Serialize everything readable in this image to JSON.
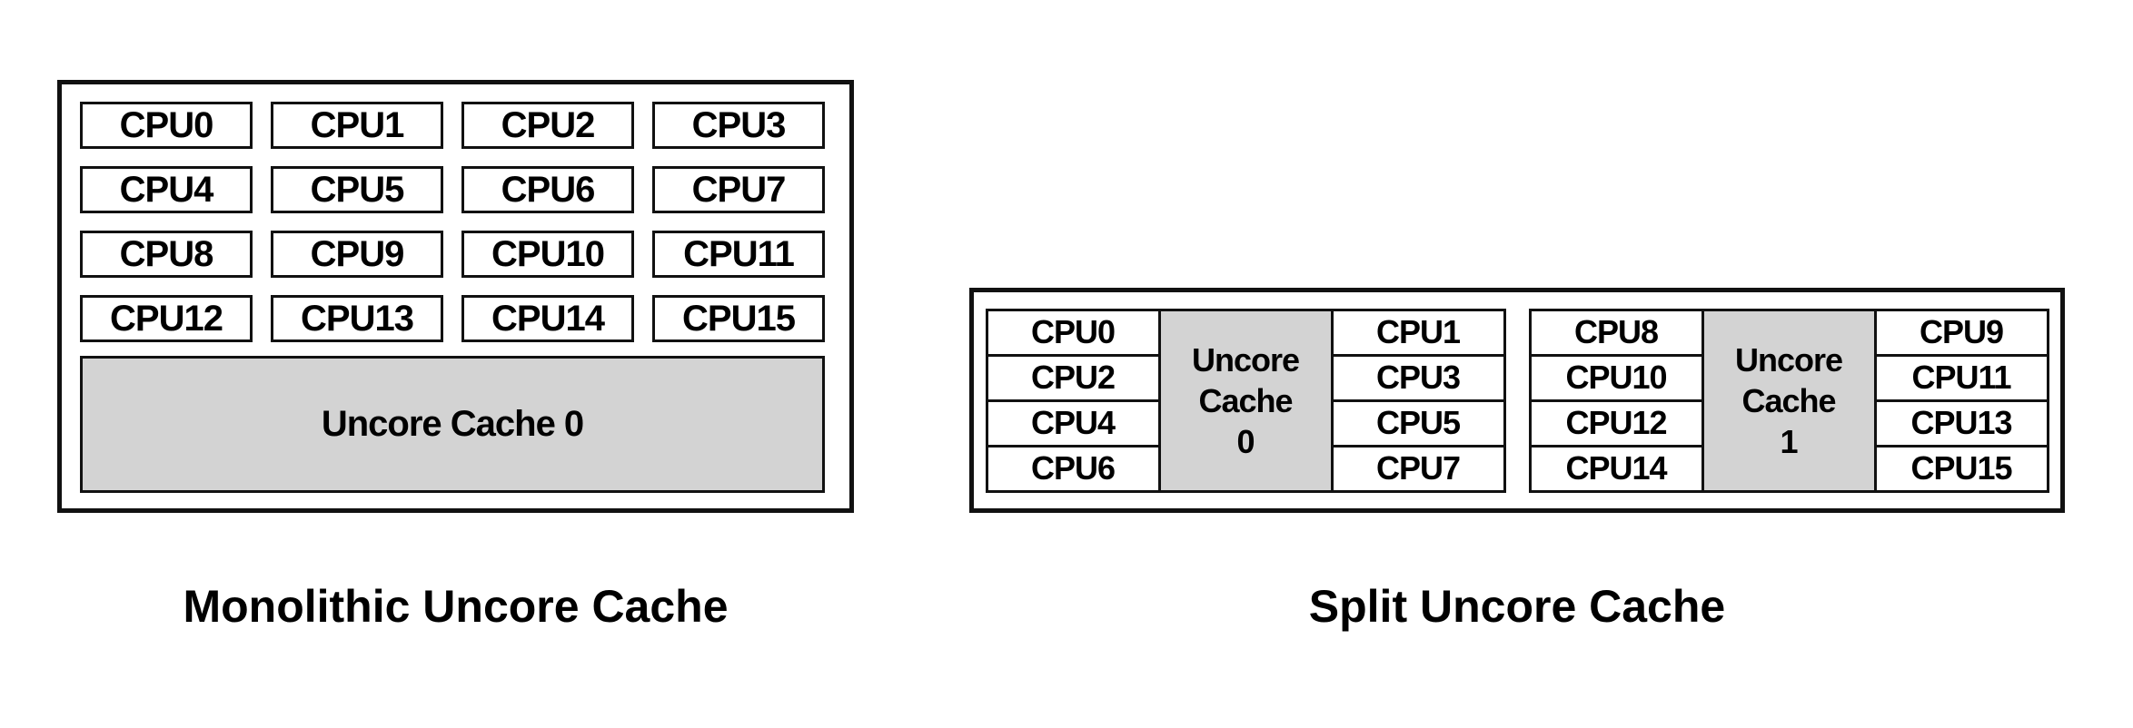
{
  "colors": {
    "background": "#ffffff",
    "border": "#111111",
    "cache_fill": "#d3d3d3",
    "text": "#000000"
  },
  "monolithic": {
    "caption": "Monolithic Uncore Cache",
    "cache_label": "Uncore Cache 0",
    "cpus": [
      "CPU0",
      "CPU1",
      "CPU2",
      "CPU3",
      "CPU4",
      "CPU5",
      "CPU6",
      "CPU7",
      "CPU8",
      "CPU9",
      "CPU10",
      "CPU11",
      "CPU12",
      "CPU13",
      "CPU14",
      "CPU15"
    ]
  },
  "split": {
    "caption": "Split Uncore Cache",
    "groups": [
      {
        "left_cpus": [
          "CPU0",
          "CPU2",
          "CPU4",
          "CPU6"
        ],
        "cache_lines": [
          "Uncore",
          "Cache",
          "0"
        ],
        "right_cpus": [
          "CPU1",
          "CPU3",
          "CPU5",
          "CPU7"
        ]
      },
      {
        "left_cpus": [
          "CPU8",
          "CPU10",
          "CPU12",
          "CPU14"
        ],
        "cache_lines": [
          "Uncore",
          "Cache",
          "1"
        ],
        "right_cpus": [
          "CPU9",
          "CPU11",
          "CPU13",
          "CPU15"
        ]
      }
    ]
  }
}
